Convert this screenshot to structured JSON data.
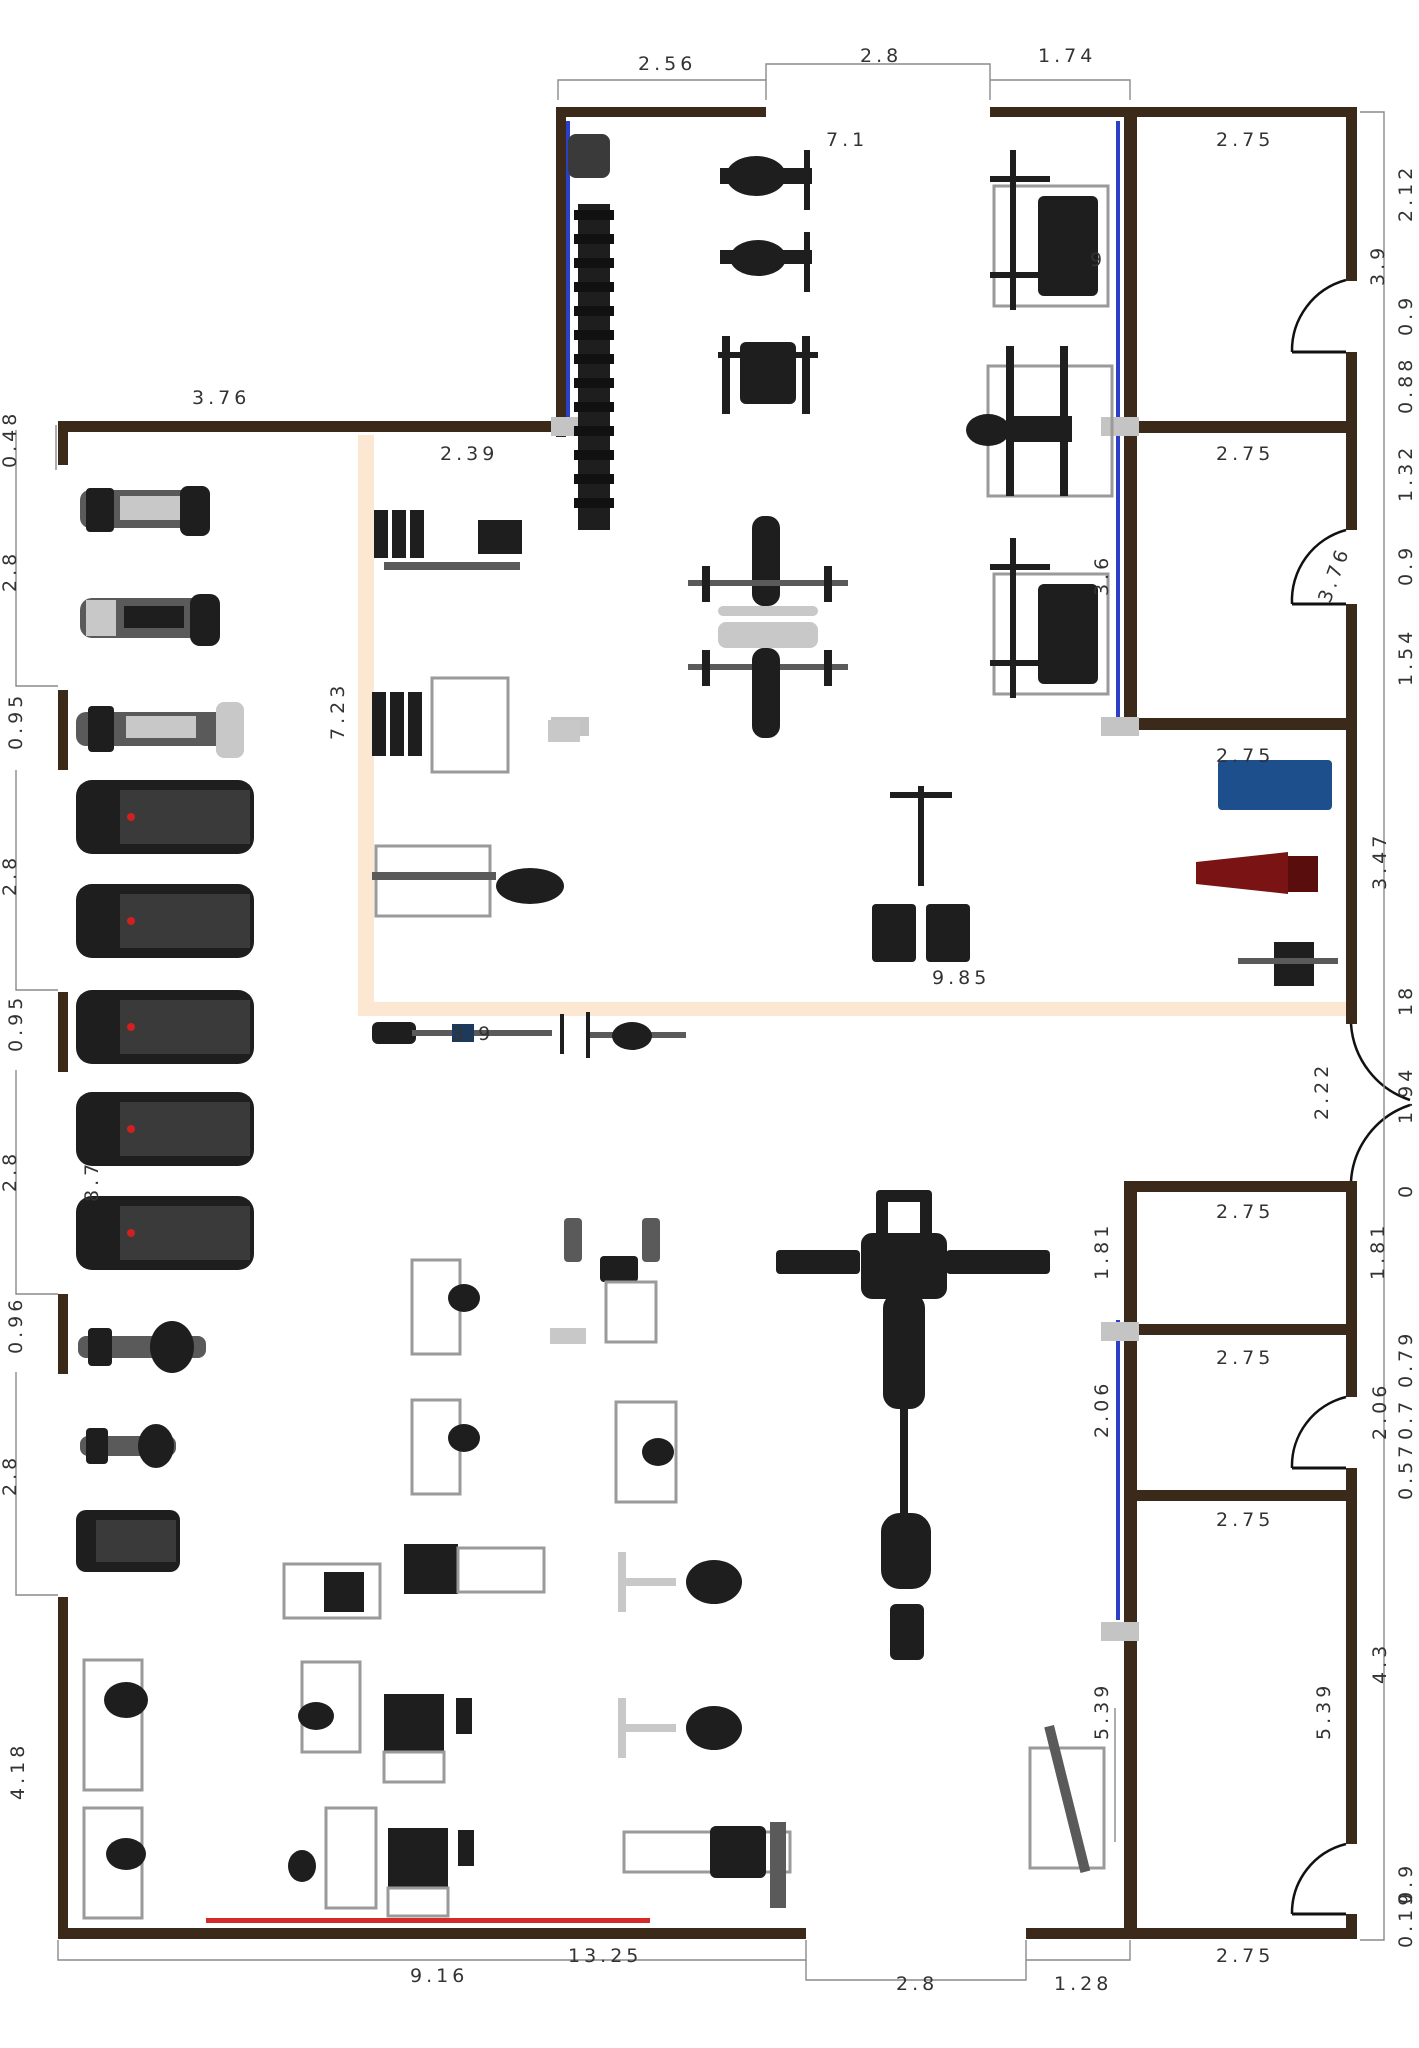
{
  "colors": {
    "wall": "#3b2a1a",
    "zone_border": "#fbe7d2",
    "mirror_strip": "#2b3fc7",
    "floor_mat": "#d62a2a",
    "bench_blue": "#1d4f8c",
    "bench_red": "#7a1414",
    "opening": "#c4c4c4"
  },
  "dimensions": {
    "top_2_56": "2.56",
    "top_2_8": "2.8",
    "top_1_74": "1.74",
    "top_7_1": "7.1",
    "left_3_76": "3.76",
    "zone_2_39": "2.39",
    "zone_7_23": "7.23",
    "zone_9_85": "9.85",
    "left_0_48": "0.48",
    "left_2_8_a": "2.8",
    "left_0_95_a": "0.95",
    "left_2_8_b": "2.8",
    "left_0_95_b": "0.95",
    "left_2_8_c": "2.8",
    "left_0_96": "0.96",
    "left_2_8_d": "2.8",
    "left_4_18": "4.18",
    "left_8_7": "8.7",
    "right_2_12": "2.12",
    "right_3_9": "3.9",
    "right_0_9_a": "0.9",
    "right_0_88": "0.88",
    "right_1_32": "1.32",
    "right_0_9_b": "0.9",
    "right_1_54": "1.54",
    "right_3_47": "3.47",
    "right_18": "18",
    "right_1_94": "1.94",
    "right_0": "0",
    "right_1_81": "1.81",
    "right_0_79": "0.79",
    "right_0_7": "0.7",
    "right_0_57": "0.57",
    "right_4_3": "4.3",
    "right_0_9_c": "0.9",
    "right_0_19": "0.19",
    "room_a_2_75": "2.75",
    "room_b_2_75": "2.75",
    "room_b_3_76": "3.76",
    "room_c_2_75": "2.75",
    "room_d_2_75": "2.75",
    "room_e_2_75": "2.75",
    "room_e_2_06": "2.06",
    "room_f_2_75": "2.75",
    "room_f_5_39": "5.39",
    "room_f_bottom_2_75": "2.75",
    "entry_2_22": "2.22",
    "mid_1_81": "1.81",
    "mid_2_06": "2.06",
    "mid_5_39": "5.39",
    "mid_3_6": "3.6",
    "wall_9_note": "9",
    "bike_3_9": "3.9",
    "bottom_9_16": "9.16",
    "bottom_13_25": "13.25",
    "bottom_2_8": "2.8",
    "bottom_1_28": "1.28"
  },
  "icons": {
    "door": "door-swing-icon",
    "treadmill": "treadmill-icon",
    "elliptical": "elliptical-icon",
    "bike": "exercise-bike-icon",
    "dumbbell_rack": "dumbbell-rack-icon",
    "weight_machine": "weight-machine-icon",
    "bench": "bench-icon",
    "rack": "squat-rack-icon"
  }
}
